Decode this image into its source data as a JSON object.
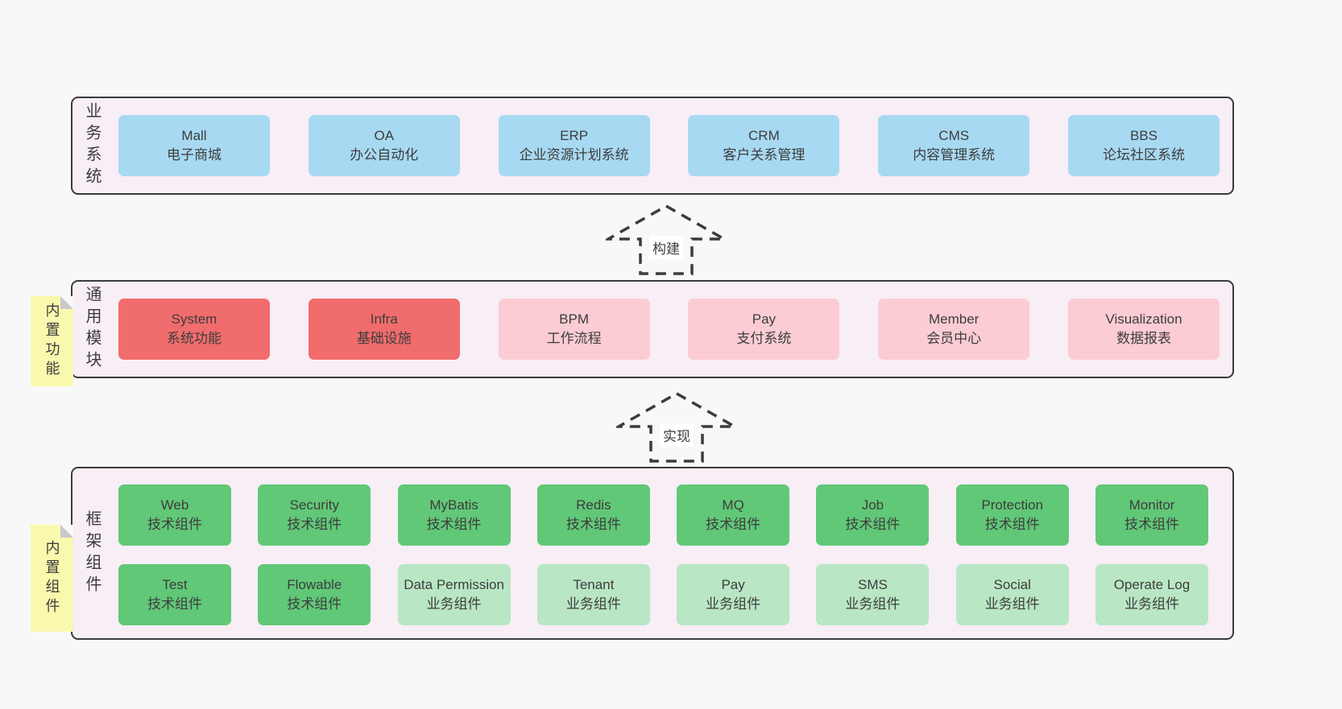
{
  "colors": {
    "page_bg": "#f8f8f8",
    "panel_bg": "#f8eef6",
    "border": "#3b3b3b",
    "blue": "#a8d9f2",
    "red": "#f16c6c",
    "pink": "#fbccd3",
    "green": "#61c878",
    "lgreen": "#b9e6c4",
    "yellow": "#f9f9ae"
  },
  "arrows": [
    {
      "label": "构建"
    },
    {
      "label": "实现"
    }
  ],
  "layers": [
    {
      "id": "business-systems",
      "side_label": "业务系统",
      "boxes": [
        {
          "title": "Mall",
          "subtitle": "电子商城",
          "variant": "blue"
        },
        {
          "title": "OA",
          "subtitle": "办公自动化",
          "variant": "blue"
        },
        {
          "title": "ERP",
          "subtitle": "企业资源计划系统",
          "variant": "blue"
        },
        {
          "title": "CRM",
          "subtitle": "客户关系管理",
          "variant": "blue"
        },
        {
          "title": "CMS",
          "subtitle": "内容管理系统",
          "variant": "blue"
        },
        {
          "title": "BBS",
          "subtitle": "论坛社区系统",
          "variant": "blue"
        }
      ]
    },
    {
      "id": "common-modules",
      "side_label": "通用模块",
      "note": "内置功能",
      "boxes": [
        {
          "title": "System",
          "subtitle": "系统功能",
          "variant": "red"
        },
        {
          "title": "Infra",
          "subtitle": "基础设施",
          "variant": "red"
        },
        {
          "title": "BPM",
          "subtitle": "工作流程",
          "variant": "pink"
        },
        {
          "title": "Pay",
          "subtitle": "支付系统",
          "variant": "pink"
        },
        {
          "title": "Member",
          "subtitle": "会员中心",
          "variant": "pink"
        },
        {
          "title": "Visualization",
          "subtitle": "数据报表",
          "variant": "pink"
        }
      ]
    },
    {
      "id": "framework-components",
      "side_label": "框架组件",
      "note": "内置组件",
      "rows": [
        [
          {
            "title": "Web",
            "subtitle": "技术组件",
            "variant": "green"
          },
          {
            "title": "Security",
            "subtitle": "技术组件",
            "variant": "green"
          },
          {
            "title": "MyBatis",
            "subtitle": "技术组件",
            "variant": "green"
          },
          {
            "title": "Redis",
            "subtitle": "技术组件",
            "variant": "green"
          },
          {
            "title": "MQ",
            "subtitle": "技术组件",
            "variant": "green"
          },
          {
            "title": "Job",
            "subtitle": "技术组件",
            "variant": "green"
          },
          {
            "title": "Protection",
            "subtitle": "技术组件",
            "variant": "green"
          },
          {
            "title": "Monitor",
            "subtitle": "技术组件",
            "variant": "green"
          }
        ],
        [
          {
            "title": "Test",
            "subtitle": "技术组件",
            "variant": "green"
          },
          {
            "title": "Flowable",
            "subtitle": "技术组件",
            "variant": "green"
          },
          {
            "title": "Data Permission",
            "subtitle": "业务组件",
            "variant": "lgreen"
          },
          {
            "title": "Tenant",
            "subtitle": "业务组件",
            "variant": "lgreen"
          },
          {
            "title": "Pay",
            "subtitle": "业务组件",
            "variant": "lgreen"
          },
          {
            "title": "SMS",
            "subtitle": "业务组件",
            "variant": "lgreen"
          },
          {
            "title": "Social",
            "subtitle": "业务组件",
            "variant": "lgreen"
          },
          {
            "title": "Operate Log",
            "subtitle": "业务组件",
            "variant": "lgreen"
          }
        ]
      ]
    }
  ]
}
